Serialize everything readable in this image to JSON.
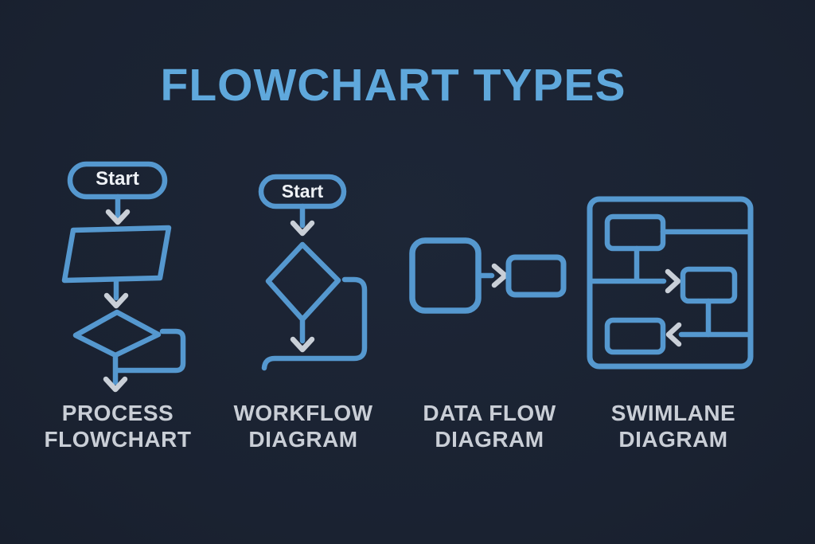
{
  "title": "FLOWCHART TYPES",
  "colors": {
    "background": "#1b2433",
    "shape_stroke_blue": "#5598cf",
    "title_blue": "#5fa8dc",
    "arrowhead_gray": "#c9cfd7",
    "label_gray": "#c9ced6",
    "start_text_white": "#eef1f5"
  },
  "diagrams": [
    {
      "name": "Process Flowchart",
      "start_label": "Start",
      "label_line1": "PROCESS",
      "label_line2": "FLOWCHART",
      "shapes": [
        "start-terminator",
        "down-arrow",
        "process-parallelogram",
        "down-arrow",
        "decision-diamond",
        "loop-connector",
        "down-arrow"
      ]
    },
    {
      "name": "Workflow Diagram",
      "start_label": "Start",
      "label_line1": "WORKFLOW",
      "label_line2": "DIAGRAM",
      "shapes": [
        "start-terminator",
        "down-arrow",
        "decision-diamond",
        "loop-connector",
        "down-arrow"
      ]
    },
    {
      "name": "Data Flow Diagram",
      "label_line1": "DATA FLOW",
      "label_line2": "DIAGRAM",
      "shapes": [
        "rounded-square-process",
        "right-arrow",
        "data-rectangle"
      ]
    },
    {
      "name": "Swimlane Diagram",
      "label_line1": "SWIMLANE",
      "label_line2": "DIAGRAM",
      "shapes": [
        "swimlane-container",
        "task-rectangle-top",
        "task-rectangle-middle",
        "task-rectangle-bottom",
        "lane-divider",
        "right-arrow",
        "left-arrow"
      ]
    }
  ]
}
